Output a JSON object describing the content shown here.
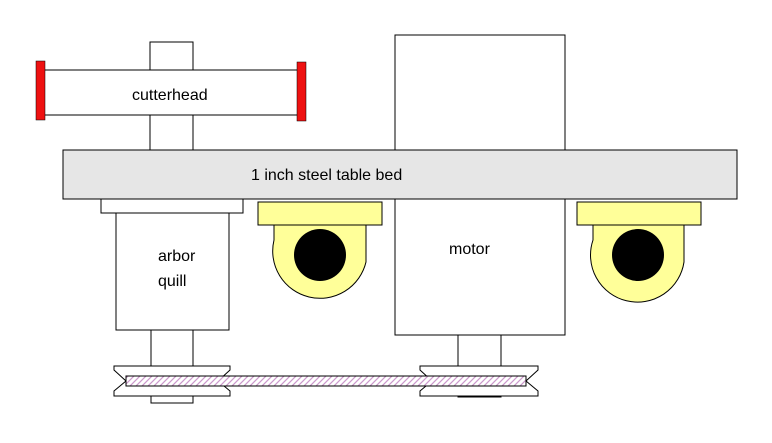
{
  "labels": {
    "cutterhead": "cutterhead",
    "table_bed": "1 inch steel table bed",
    "arbor_line1": "arbor",
    "arbor_line2": "quill",
    "motor": "motor"
  },
  "colors": {
    "background": "#ffffff",
    "outline": "#000000",
    "table_fill": "#e6e6e6",
    "cutter_blade": "#ee1111",
    "bearing_housing": "#ffff99",
    "bearing_core": "#000000",
    "belt_hatch": "#cc99cc",
    "part_fill": "#ffffff"
  }
}
